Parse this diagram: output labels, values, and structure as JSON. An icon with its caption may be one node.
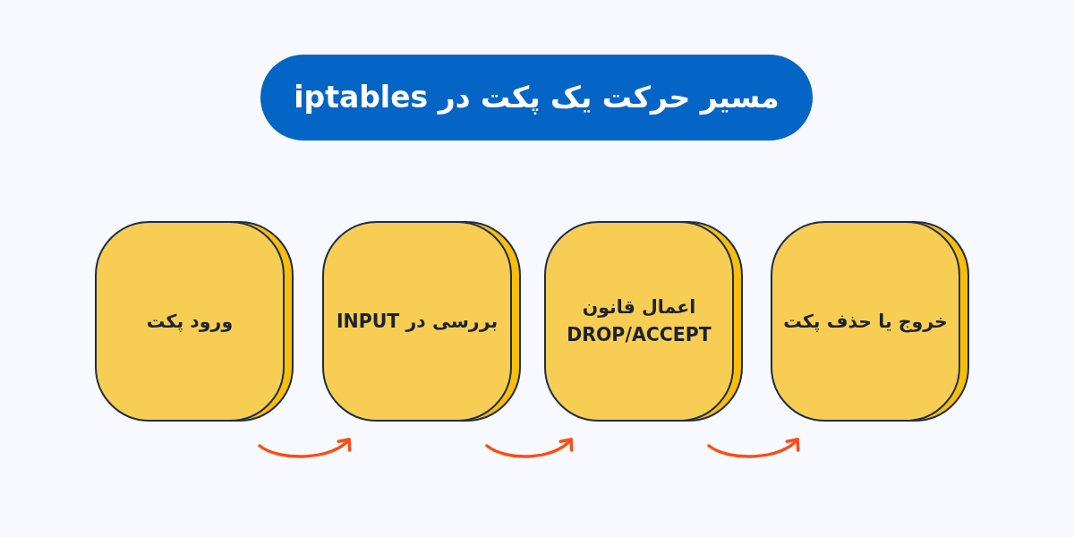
{
  "diagram": {
    "title": "مسیر حرکت یک پکت در iptables",
    "nodes": [
      {
        "text": [
          "ورود پکت"
        ]
      },
      {
        "text": [
          "بررسی در INPUT"
        ]
      },
      {
        "text": [
          "اعمال قانون DROP/ACCEPT"
        ]
      },
      {
        "text": [
          "خروج یا حذف پکت"
        ]
      }
    ],
    "edges": [
      {
        "from": 0,
        "to": 1,
        "arrow": "to"
      },
      {
        "from": 1,
        "to": 2,
        "arrow": "to"
      },
      {
        "from": 2,
        "to": 3,
        "arrow": "to"
      }
    ]
  }
}
